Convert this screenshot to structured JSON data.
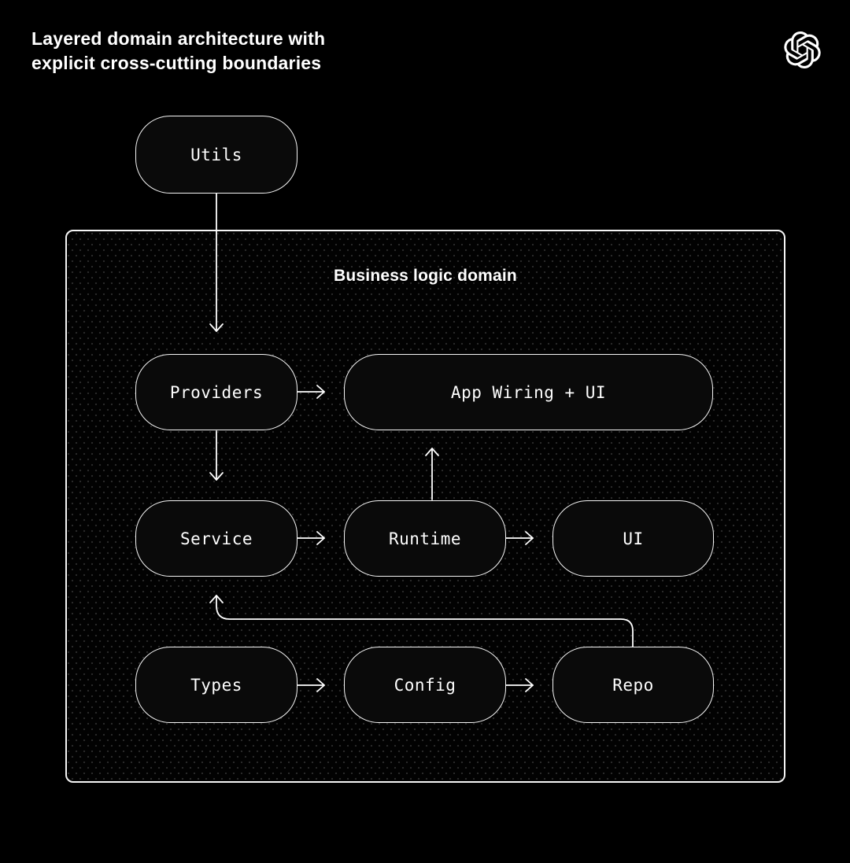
{
  "header": {
    "title_line1": "Layered domain architecture with",
    "title_line2": "explicit cross-cutting boundaries",
    "logo": "openai-logo"
  },
  "diagram": {
    "container_label": "Business logic domain",
    "nodes": {
      "utils": {
        "label": "Utils"
      },
      "providers": {
        "label": "Providers"
      },
      "app_wiring": {
        "label": "App Wiring + UI"
      },
      "service": {
        "label": "Service"
      },
      "runtime": {
        "label": "Runtime"
      },
      "ui": {
        "label": "UI"
      },
      "types": {
        "label": "Types"
      },
      "config": {
        "label": "Config"
      },
      "repo": {
        "label": "Repo"
      }
    },
    "edges": [
      {
        "from": "utils",
        "to": "providers"
      },
      {
        "from": "providers",
        "to": "app_wiring"
      },
      {
        "from": "providers",
        "to": "service"
      },
      {
        "from": "runtime",
        "to": "app_wiring"
      },
      {
        "from": "service",
        "to": "runtime"
      },
      {
        "from": "runtime",
        "to": "ui"
      },
      {
        "from": "types",
        "to": "config"
      },
      {
        "from": "config",
        "to": "repo"
      },
      {
        "from": "repo",
        "to": "service"
      }
    ],
    "colors": {
      "background": "#000000",
      "node_fill": "#0a0a0a",
      "stroke": "#ffffff",
      "dot_texture": "#2e2e2e"
    }
  }
}
